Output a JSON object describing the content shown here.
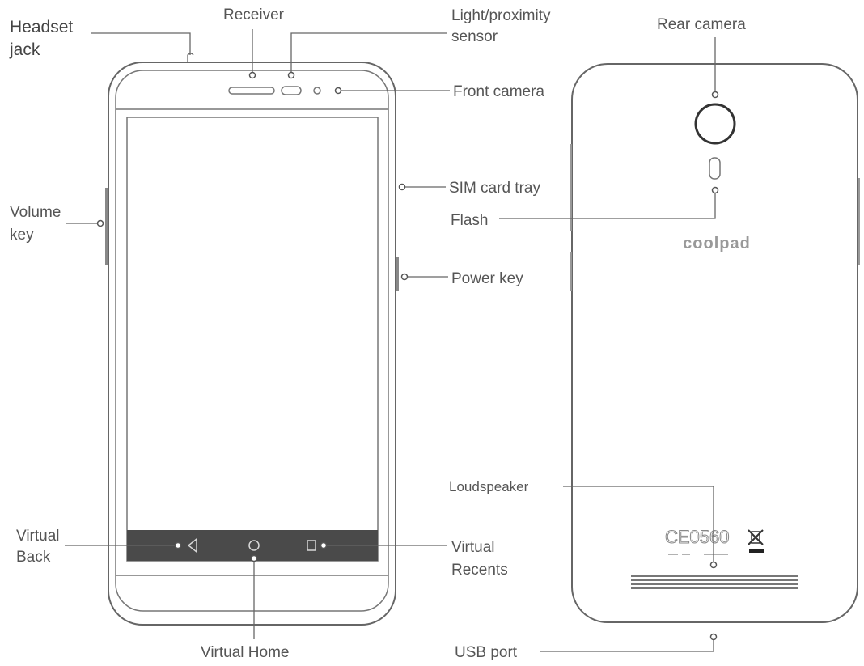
{
  "labels": {
    "headset_jack": [
      "Headset",
      "jack"
    ],
    "receiver": "Receiver",
    "light_proximity_sensor": [
      "Light/proximity",
      "sensor"
    ],
    "front_camera": "Front camera",
    "sim_card_tray": "SIM card tray",
    "volume_key": [
      "Volume",
      "key"
    ],
    "power_key": "Power key",
    "virtual_back": [
      "Virtual",
      "Back"
    ],
    "virtual_home": "Virtual Home",
    "virtual_recents": [
      "Virtual",
      "Recents"
    ],
    "rear_camera": "Rear camera",
    "flash": "Flash",
    "loudspeaker": "Loudspeaker",
    "usb_port": "USB port"
  },
  "brand_logo": "coolpad",
  "cert_mark": "CE0560",
  "colors": {
    "outline": "#666666",
    "nav_bar": "#4a4a4a",
    "text": "#555555"
  },
  "icons": {
    "nav_back": "triangle-back-icon",
    "nav_home": "circle-home-icon",
    "nav_recents": "square-recents-icon",
    "weee": "crossed-bin-icon"
  }
}
